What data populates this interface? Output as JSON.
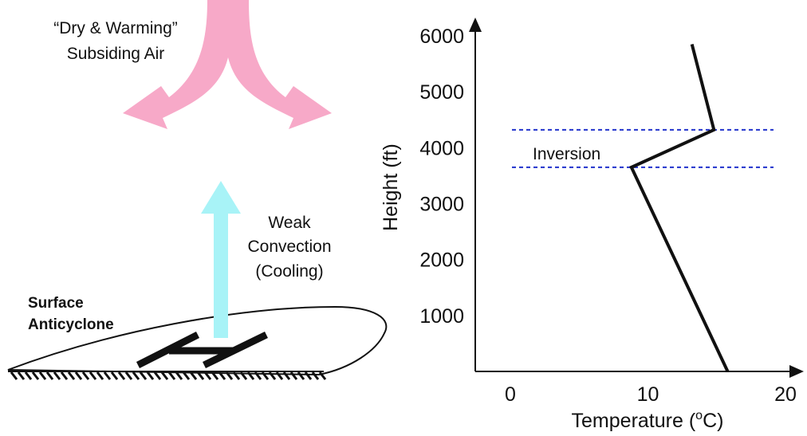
{
  "left_diagram": {
    "subsiding_air_line1": "“Dry & Warming”",
    "subsiding_air_line2": "Subsiding Air",
    "convection_line1": "Weak",
    "convection_line2": "Convection",
    "convection_line3": "(Cooling)",
    "surface_line1": "Surface",
    "surface_line2": "Anticyclone",
    "high_pressure_symbol": "H",
    "colors": {
      "subsiding_arrow": "#f7a9c8",
      "convection_arrow": "#a8f3f7"
    }
  },
  "chart_data": {
    "type": "line",
    "xlabel_prefix": "Temperature (",
    "xlabel_unit_sup": "o",
    "xlabel_suffix": "C)",
    "ylabel": "Height (ft)",
    "x_ticks": [
      "0",
      "10",
      "20"
    ],
    "y_ticks": [
      "1000",
      "2000",
      "3000",
      "4000",
      "5000",
      "6000"
    ],
    "xlim": [
      0,
      20
    ],
    "ylim": [
      0,
      6000
    ],
    "series": [
      {
        "points": [
          {
            "x": 15.8,
            "y": 0
          },
          {
            "x": 8.8,
            "y": 3650
          },
          {
            "x": 14.8,
            "y": 4320
          },
          {
            "x": 13.2,
            "y": 5850
          }
        ],
        "color": "#111111"
      }
    ],
    "inversion": {
      "label": "Inversion",
      "bottom": 3650,
      "top": 4320,
      "color": "#2233cc"
    }
  }
}
